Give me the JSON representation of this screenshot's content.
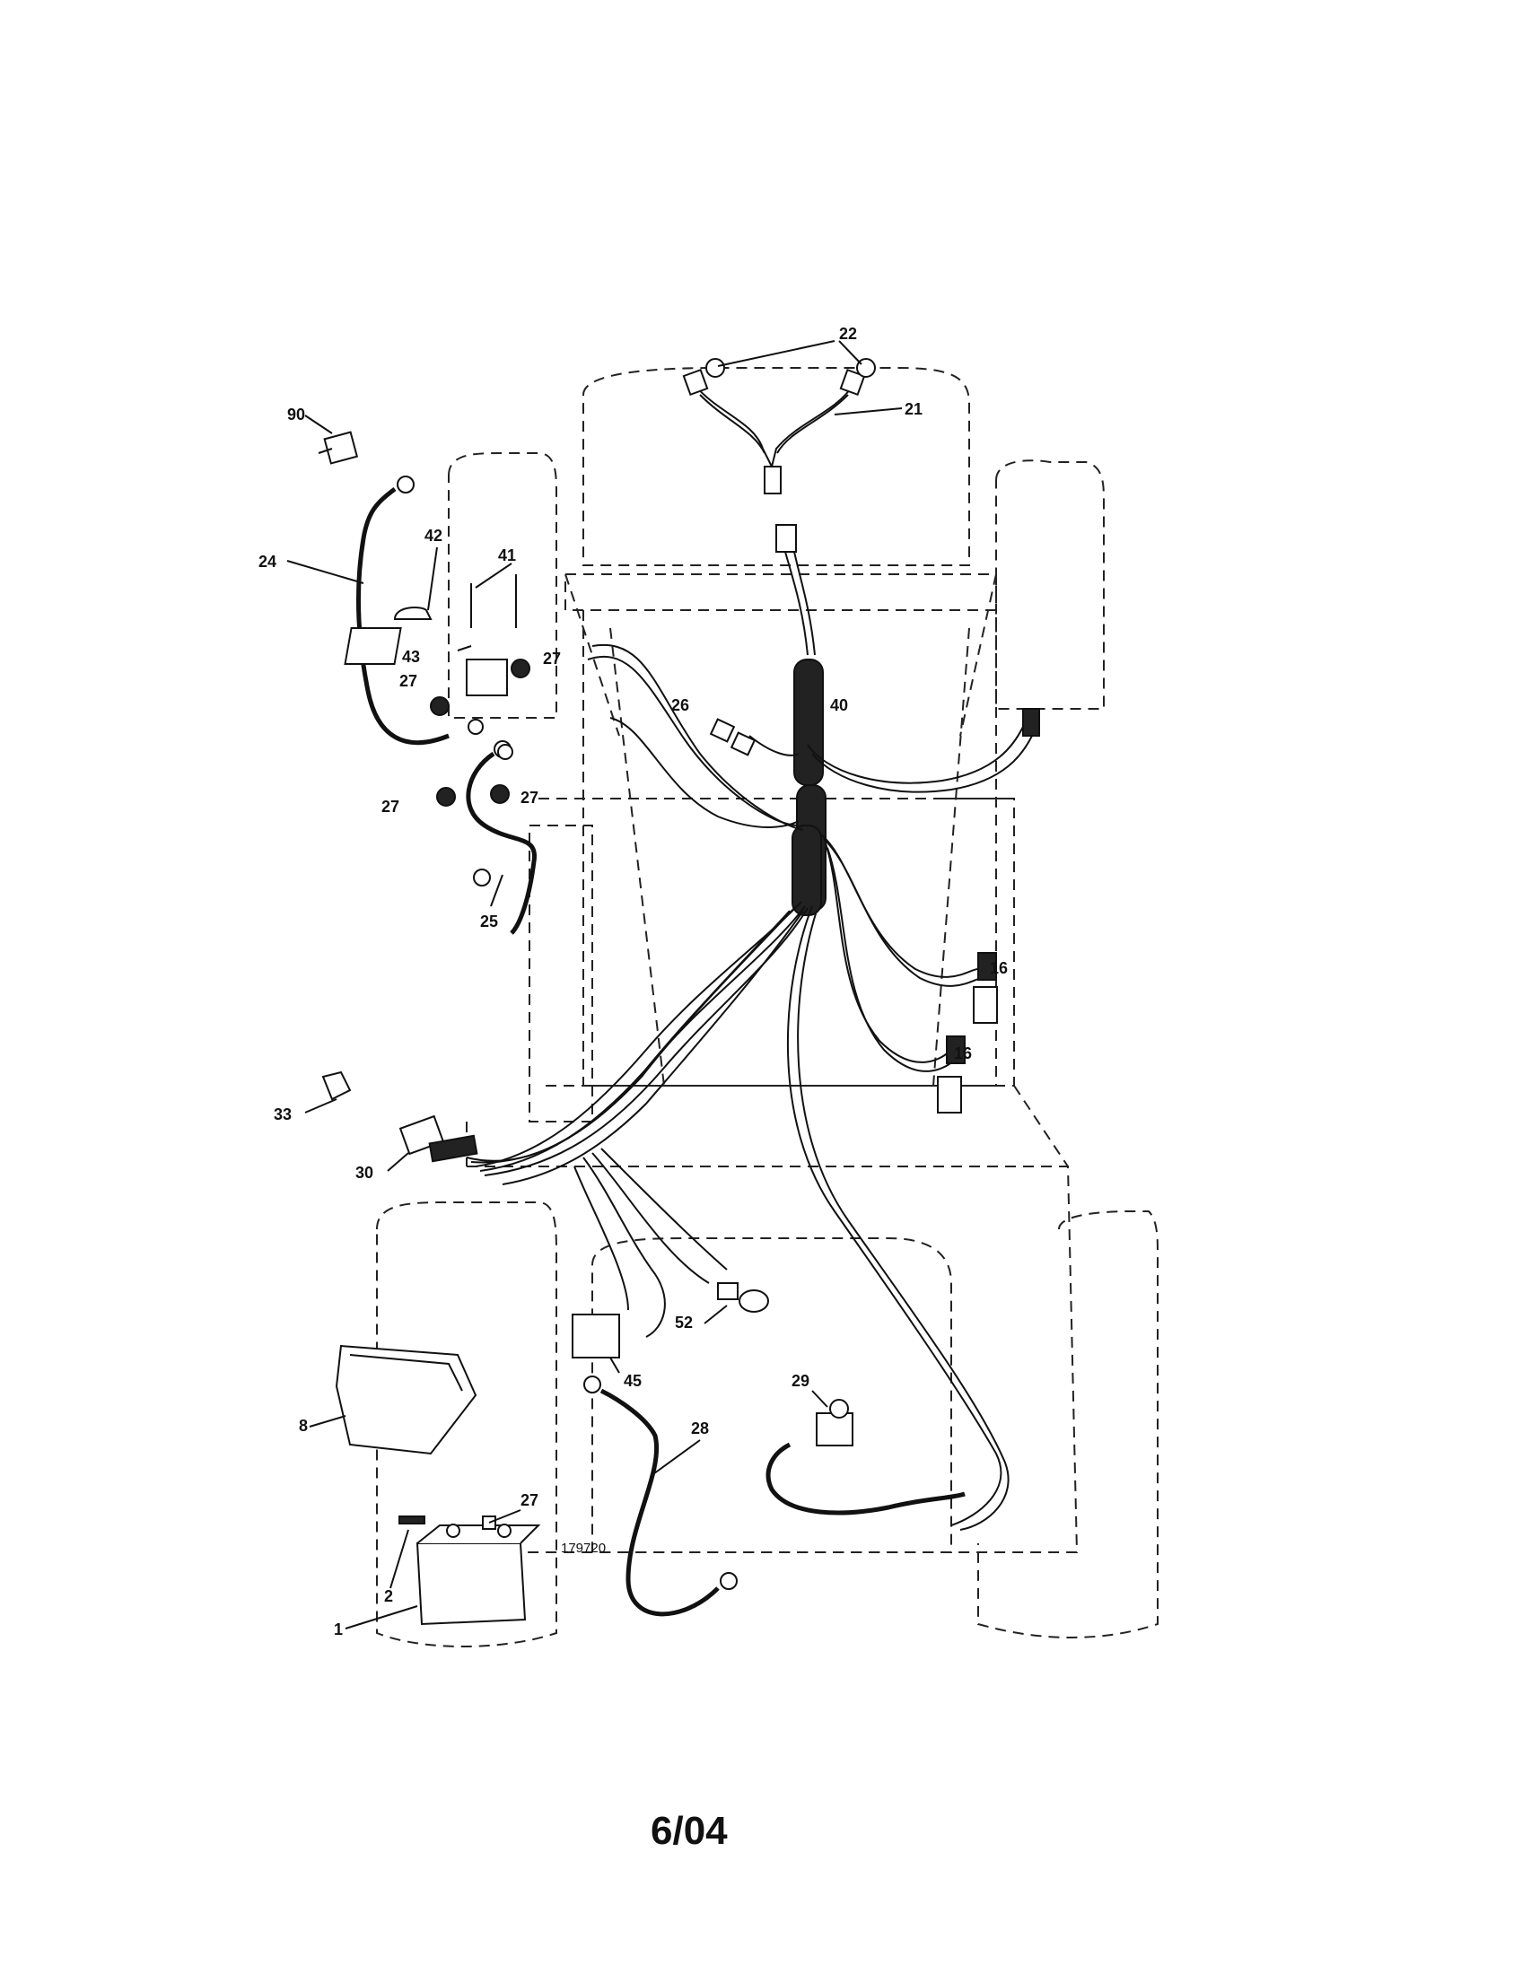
{
  "diagram_number": "179720",
  "date_code": "6/04",
  "callouts": {
    "c22": "22",
    "c21": "21",
    "c90": "90",
    "c42": "42",
    "c41": "41",
    "c24": "24",
    "c43": "43",
    "c27a": "27",
    "c27b": "27",
    "c26": "26",
    "c40": "40",
    "c27c": "27",
    "c27d": "27",
    "c25": "25",
    "c16a": "16",
    "c16b": "16",
    "c33": "33",
    "c30": "30",
    "c52": "52",
    "c45": "45",
    "c29": "29",
    "c8": "8",
    "c28": "28",
    "c27e": "27",
    "c2": "2",
    "c1": "1"
  }
}
